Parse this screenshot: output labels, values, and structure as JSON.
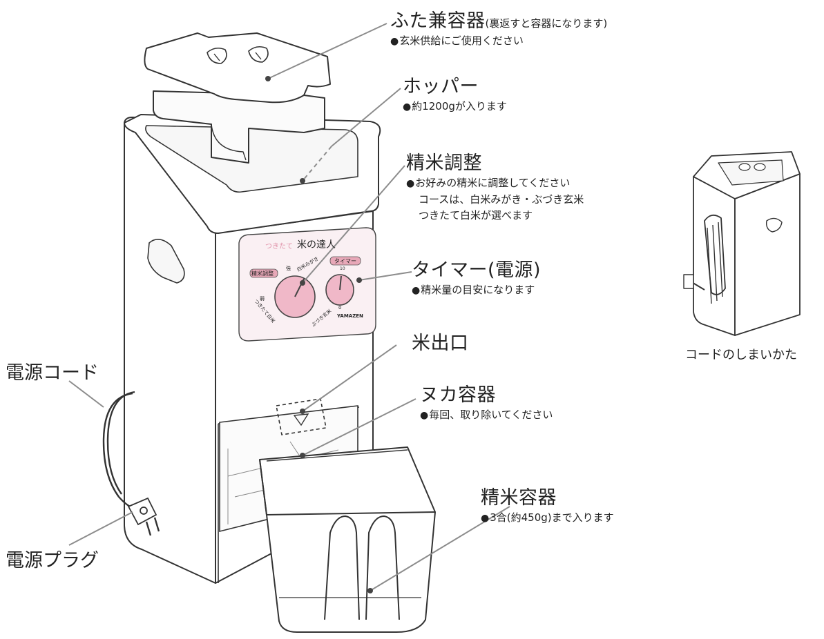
{
  "parts": {
    "lid": {
      "title": "ふた兼容器",
      "title_note": "(裏返すと容器になります)",
      "notes": [
        "玄米供給にご使用ください"
      ]
    },
    "hopper": {
      "title": "ホッパー",
      "notes": [
        "約1200gが入ります"
      ]
    },
    "adjust": {
      "title": "精米調整",
      "notes": [
        "お好みの精米に調整してください",
        "コースは、白米みがき・ぶづき玄米",
        "つきたて白米が選べます"
      ]
    },
    "timer": {
      "title": "タイマー(電源)",
      "notes": [
        "精米量の目安になります"
      ]
    },
    "outlet": {
      "title": "米出口"
    },
    "bran": {
      "title": "ヌカ容器",
      "notes": [
        "毎回、取り除いてください"
      ]
    },
    "rice_container": {
      "title": "精米容器",
      "notes": [
        "3合(約450g)まで入ります"
      ]
    },
    "cord": {
      "title": "電源コード"
    },
    "plug": {
      "title": "電源プラグ"
    }
  },
  "bullet": "●",
  "inset_caption": "コードのしまいかた",
  "panel": {
    "brand_prefix": "つきたて",
    "brand_name": "米の達人",
    "adjust_tag": "精米調整",
    "timer_tag": "タイマー",
    "course_white": "白米みがき",
    "course_bu": "ぶづき玄米",
    "course_fresh": "つきたて白米",
    "mark_strong": "強",
    "mark_weak": "弱",
    "maker": "YAMAZEN",
    "timer_max": "10",
    "timer_min": "0"
  },
  "colors": {
    "line": "#333333",
    "leader": "#8c8c8c",
    "panel_bg": "#faf0f3",
    "dial": "#f0b8c8",
    "tag": "#e8a8b8",
    "brand_prefix": "#e090a8"
  }
}
